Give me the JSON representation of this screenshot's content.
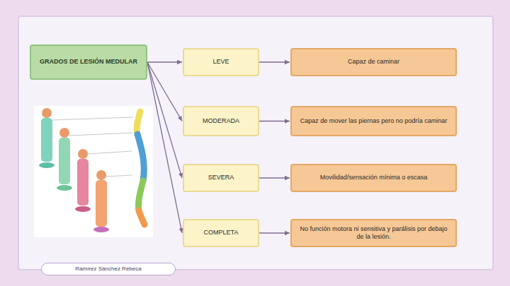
{
  "diagram": {
    "nodes": [
      {
        "text": [
          "GRADOS DE LESIÓN MEDULAR"
        ]
      },
      {
        "text": [
          "LEVE"
        ]
      },
      {
        "text": [
          "Capaz de caminar"
        ]
      },
      {
        "text": [
          "MODERADA"
        ]
      },
      {
        "text": [
          "Capaz de mover las piernas pero no podría caminar"
        ]
      },
      {
        "text": [
          "SEVERA"
        ]
      },
      {
        "text": [
          "Movilidad/sensación mínima o escasa"
        ]
      },
      {
        "text": [
          "COMPLETA"
        ]
      },
      {
        "text": [
          "No función motora ni sensitiva y parálisis por debajo de la lesión."
        ]
      },
      {
        "text": [
          "Ramírez Sánchez Rebeca"
        ]
      }
    ],
    "edges": [
      {
        "from": 0,
        "to": 1,
        "arrow": "to"
      },
      {
        "from": 1,
        "to": 2,
        "arrow": "to"
      },
      {
        "from": 0,
        "to": 3,
        "arrow": "to"
      },
      {
        "from": 3,
        "to": 4,
        "arrow": "to"
      },
      {
        "from": 0,
        "to": 5,
        "arrow": "to"
      },
      {
        "from": 5,
        "to": 6,
        "arrow": "to"
      },
      {
        "from": 0,
        "to": 7,
        "arrow": "to"
      },
      {
        "from": 7,
        "to": 8,
        "arrow": "to"
      }
    ]
  }
}
